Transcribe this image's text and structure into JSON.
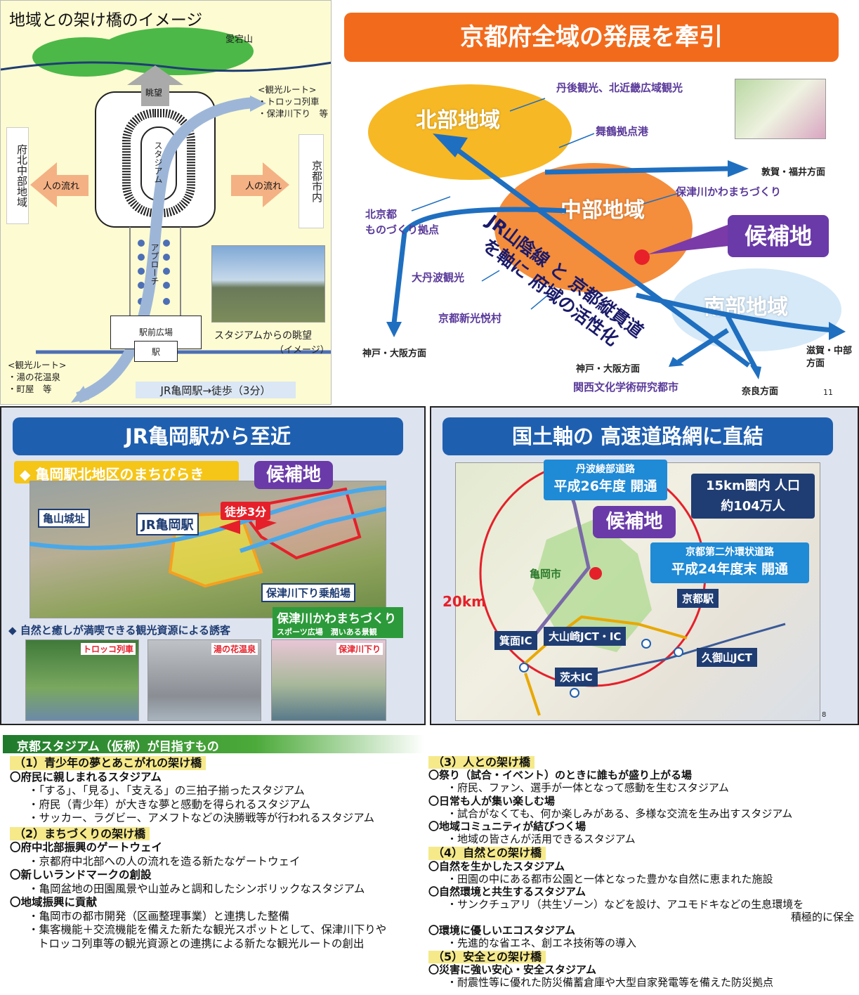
{
  "panel1": {
    "title": "地域との架け橋のイメージ",
    "mountain": "愛宕山",
    "view": "眺望",
    "route_top": [
      "<観光ルート>",
      "・トロッコ列車",
      "・保津川下り　等"
    ],
    "left_box": "府北中部地域",
    "right_box": "京都市内",
    "flow_left": "人の流れ",
    "flow_right": "人の流れ",
    "stadium": "スタジアム",
    "approach": "アプローチ",
    "plaza": "駅前広場",
    "station": "駅",
    "photo_caption": "スタジアムからの眺望",
    "photo_caption2": "（イメージ）",
    "route_bottom": [
      "<観光ルート>",
      "・湯の花温泉",
      "・町屋　等"
    ],
    "walk": "JR亀岡駅→徒歩（3分）"
  },
  "panel2": {
    "title": "京都府全域の発展を牽引",
    "north": "北部地域",
    "central": "中部地域",
    "south": "南部地域",
    "candidate": "候補地",
    "axis": "JR山陰線 と 京都縦貫道",
    "axis2": "を軸に 府域の活性化",
    "labels": {
      "tango": "丹後観光、北近畿広域観光",
      "maizuru": "舞鶴拠点港",
      "tsuruga": "敦賀・福井方面",
      "hozu": "保津川かわまちづくり",
      "kitakyoto": "北京都",
      "monozukuri": "ものづくり拠点",
      "tanba": "大丹波観光",
      "kyoto_new": "京都新光悦村",
      "kobe1": "神戸・大阪方面",
      "kobe2": "神戸・大阪方面",
      "shiga": "滋賀・中部",
      "shiga2": "方面",
      "kansai": "関西文化学術研究都市",
      "nara": "奈良方面",
      "page": "11"
    }
  },
  "panel3": {
    "title": "JR亀岡駅から至近",
    "sub": "◆ 亀岡駅北地区のまちびらき",
    "candidate": "候補地",
    "castle": "亀山城址",
    "station": "JR亀岡駅",
    "walk": "徒歩3分",
    "boat": "保津川下り乗船場",
    "river": "保津川かわまちづくり",
    "river_sub": "スポーツ広場　潤いある景観",
    "tourism": "◆ 自然と癒しが満喫できる観光資源による誘客",
    "photos": [
      "トロッコ列車",
      "湯の花温泉",
      "保津川下り"
    ]
  },
  "panel4": {
    "title": "国土軸の 高速道路網に直結",
    "tanba_road": "丹波綾部道路",
    "tanba_open": "平成26年度 開通",
    "pop1": "15km圏内 人口",
    "pop2": "約104万人",
    "candidate": "候補地",
    "ring_road": "京都第二外環状道路",
    "ring_open": "平成24年度末 開通",
    "kameoka": "亀岡市",
    "km": "20km",
    "kyoto_st": "京都駅",
    "minoh": "箕面IC",
    "oyamazaki": "大山崎JCT・IC",
    "ibaraki": "茨木IC",
    "kumiyama": "久御山JCT",
    "page": "8"
  },
  "panel5": {
    "title": "京都スタジアム（仮称）が目指すもの",
    "left": [
      {
        "h": "（1）青少年の夢とあこがれの架け橋",
        "items": [
          {
            "s": "〇府民に親しまれるスタジアム",
            "l": [
              "・「する」、「見る」、「支える」の三拍子揃ったスタジアム",
              "・府民（青少年）が大きな夢と感動を得られるスタジアム",
              "・サッカー、ラグビー、アメフトなどの決勝戦等が行われるスタジアム"
            ]
          }
        ]
      },
      {
        "h": "（2）まちづくりの架け橋",
        "items": [
          {
            "s": "〇府中北部振興のゲートウェイ",
            "l": [
              "・京都府中北部への人の流れを造る新たなゲートウェイ"
            ]
          },
          {
            "s": "〇新しいランドマークの創設",
            "l": [
              "・亀岡盆地の田園風景や山並みと調和したシンボリックなスタジアム"
            ]
          },
          {
            "s": "〇地域振興に貢献",
            "l": [
              "・亀岡市の都市開発（区画整理事業）と連携した整備",
              "・集客機能＋交流機能を備えた新たな観光スポットとして、保津川下りや",
              "トロッコ列車等の観光資源との連携による新たな観光ルートの創出"
            ]
          }
        ]
      }
    ],
    "right": [
      {
        "h": "（3）人との架け橋",
        "items": [
          {
            "s": "〇祭り（試合・イベント）のときに誰もが盛り上がる場",
            "l": [
              "・府民、ファン、選手が一体となって感動を生むスタジアム"
            ]
          },
          {
            "s": "〇日常も人が集い楽しむ場",
            "l": [
              "・試合がなくても、何か楽しみがある、多様な交流を生み出すスタジアム"
            ]
          },
          {
            "s": "〇地域コミュニティが結びつく場",
            "l": [
              "・地域の皆さんが活用できるスタジアム"
            ]
          }
        ]
      },
      {
        "h": "（4）自然との架け橋",
        "items": [
          {
            "s": "〇自然を生かしたスタジアム",
            "l": [
              "・田園の中にある都市公園と一体となった豊かな自然に恵まれた施設"
            ]
          },
          {
            "s": "〇自然環境と共生するスタジアム",
            "l": [
              "・サンクチュアリ（共生ゾーン）などを設け、アユモドキなどの生息環境を",
              "積極的に保全"
            ]
          },
          {
            "s": "〇環境に優しいエコスタジアム",
            "l": [
              "・先進的な省エネ、創エネ技術等の導入"
            ]
          }
        ]
      },
      {
        "h": "（5）安全との架け橋",
        "items": [
          {
            "s": "〇災害に強い安心・安全スタジアム",
            "l": [
              "・耐震性等に優れた防災備蓄倉庫や大型自家発電等を備えた防災拠点"
            ]
          }
        ]
      }
    ]
  }
}
